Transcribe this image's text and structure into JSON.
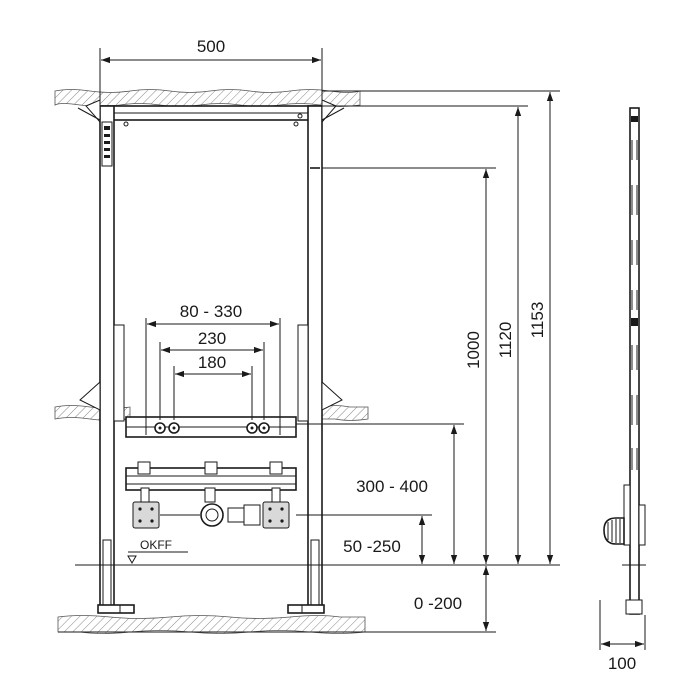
{
  "dimensions": {
    "width_total": "500",
    "pipe_range": "80 - 330",
    "pipe_230": "230",
    "pipe_180": "180",
    "height_1000": "1000",
    "height_1120": "1120",
    "height_1153": "1153",
    "height_300_400": "300 - 400",
    "height_50_250": "50 -250",
    "floor_0_200": "0 -200",
    "depth_100": "100"
  },
  "labels": {
    "okff": "OKFF"
  },
  "colors": {
    "line": "#1a1a1a",
    "hatch": "#444444",
    "fitting": "#d9d9d9"
  }
}
